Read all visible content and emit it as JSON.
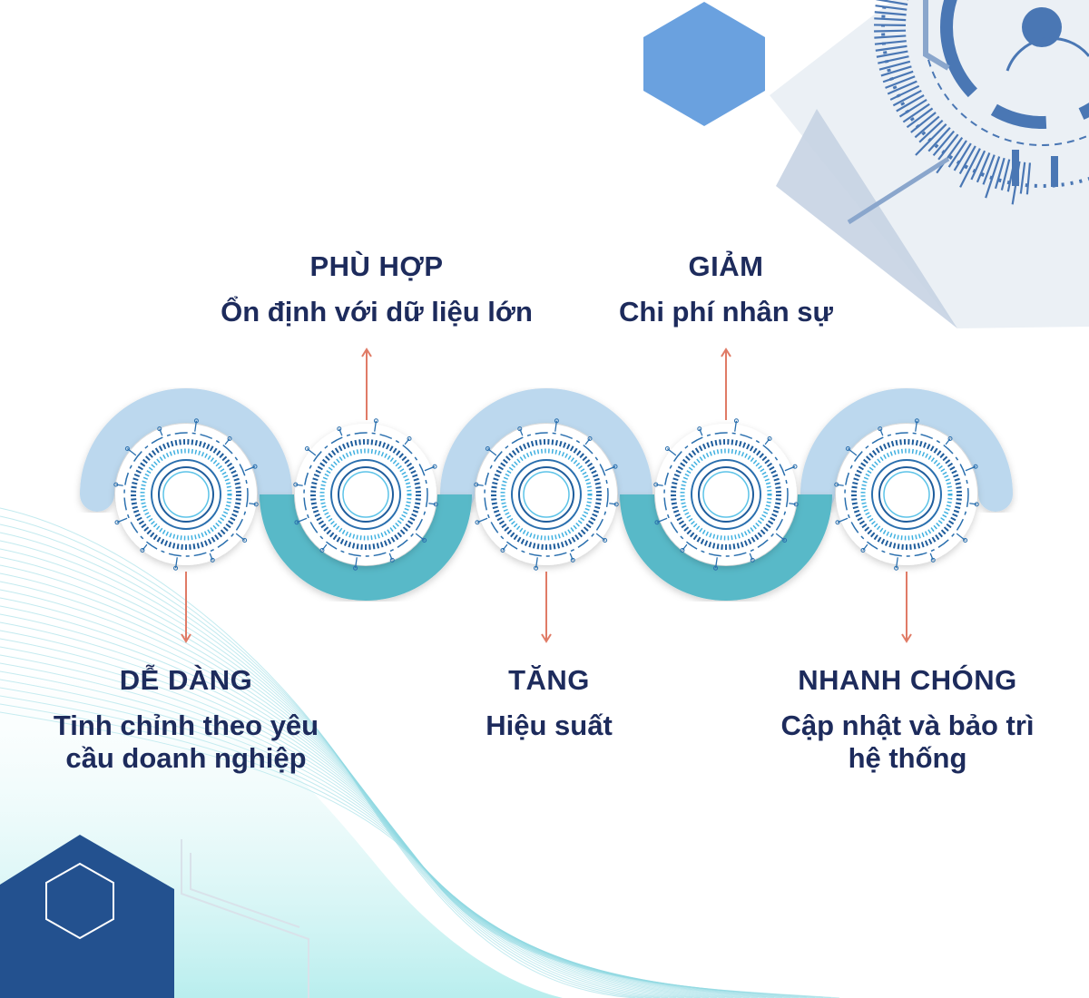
{
  "colors": {
    "navy_text": "#1d2b5c",
    "light_blue": "#bcd8ee",
    "teal": "#58b9c8",
    "arrow": "#e07b66",
    "hexagon": "#6aa1df",
    "dark_blue": "#23518f",
    "tech_blue": "#4a77b4"
  },
  "steps": [
    {
      "title": "DỄ DÀNG",
      "desc_line1": "Tinh chỉnh theo yêu",
      "desc_line2": "cầu doanh nghiệp"
    },
    {
      "title": "PHÙ HỢP",
      "desc_line1": "Ổn định với dữ liệu lớn",
      "desc_line2": ""
    },
    {
      "title": "TĂNG",
      "desc_line1": "Hiệu suất",
      "desc_line2": ""
    },
    {
      "title": "GIẢM",
      "desc_line1": "Chi phí nhân sự",
      "desc_line2": ""
    },
    {
      "title": "NHANH CHÓNG",
      "desc_line1": "Cập nhật và bảo trì",
      "desc_line2": "hệ thống"
    }
  ],
  "icons": {
    "gear": "circuit-gear-icon",
    "hexagon": "hexagon-icon",
    "arrow_up": "arrow-up-icon",
    "arrow_down": "arrow-down-icon"
  }
}
